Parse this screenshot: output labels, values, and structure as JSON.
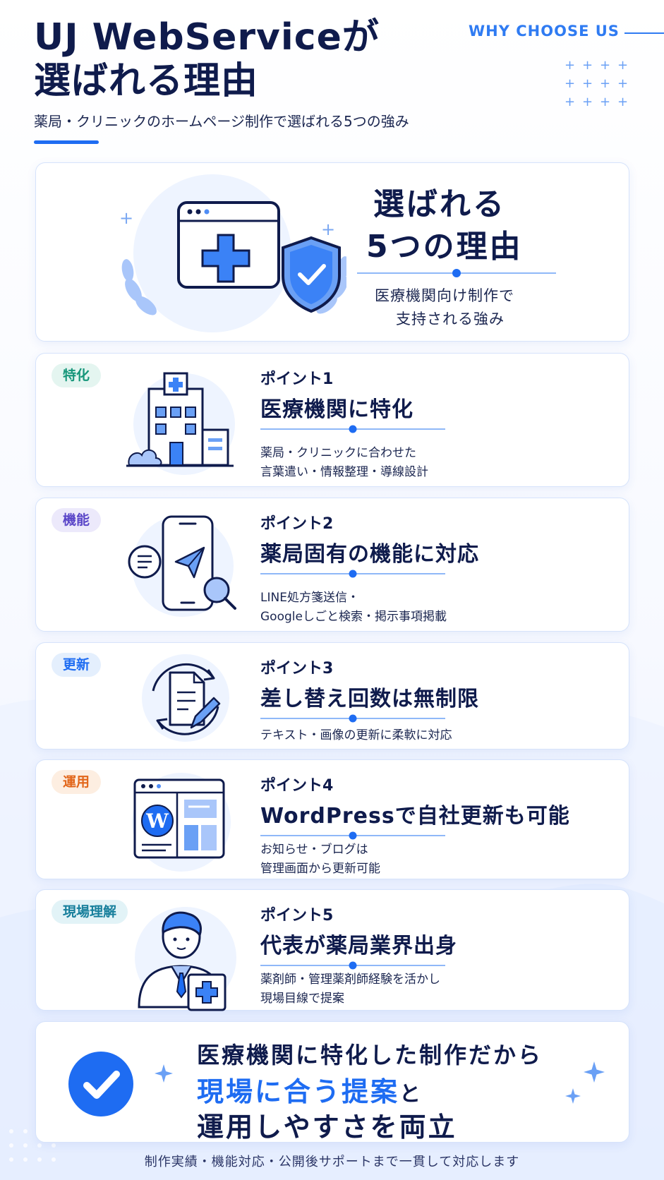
{
  "header": {
    "title_line1": "UJ WebServiceが",
    "title_line2": "選ばれる理由",
    "subtitle": "薬局・クリニックのホームページ制作で選ばれる5つの強み",
    "tagline": "WHY CHOOSE US"
  },
  "hero": {
    "title_line1": "選ばれる",
    "title_line2": "5つの理由",
    "desc_line1": "医療機関向け制作で",
    "desc_line2": "支持される強み"
  },
  "points": [
    {
      "badge": "特化",
      "badge_bg": "#e4f5f0",
      "badge_color": "#16967a",
      "label": "ポイント1",
      "title": "医療機関に特化",
      "desc_lines": [
        "薬局・クリニックに合わせた",
        "言葉遣い・情報整理・導線設計"
      ],
      "icon": "hospital-building-icon"
    },
    {
      "badge": "機能",
      "badge_bg": "#ece9fb",
      "badge_color": "#5b47c8",
      "label": "ポイント2",
      "title": "薬局固有の機能に対応",
      "desc_lines": [
        "LINE処方箋送信・",
        "Googleしごと検索・掲示事項掲載"
      ],
      "icon": "smartphone-send-icon"
    },
    {
      "badge": "更新",
      "badge_bg": "#e4effd",
      "badge_color": "#1e6cf2",
      "label": "ポイント3",
      "title": "差し替え回数は無制限",
      "desc_lines": [
        "テキスト・画像の更新に柔軟に対応"
      ],
      "icon": "document-refresh-icon"
    },
    {
      "badge": "運用",
      "badge_bg": "#fdeee1",
      "badge_color": "#e2661a",
      "label": "ポイント4",
      "title": "WordPressで自社更新も可能",
      "desc_lines": [
        "お知らせ・ブログは",
        "管理画面から更新可能"
      ],
      "icon": "wordpress-browser-icon"
    },
    {
      "badge": "現場理解",
      "badge_bg": "#e2f3f7",
      "badge_color": "#177f9c",
      "label": "ポイント5",
      "title": "代表が薬局業界出身",
      "desc_lines": [
        "薬剤師・管理薬剤師経験を活かし",
        "現場目線で提案"
      ],
      "icon": "pharmacist-person-icon"
    }
  ],
  "final": {
    "line1": "医療機関に特化した制作だから",
    "line2_highlight": "現場に合う提案",
    "line2_suffix": "と",
    "line3": "運用しやすさを両立"
  },
  "footer": "制作実績・機能対応・公開後サポートまで一貫して対応します",
  "colors": {
    "navy": "#0f1b4c",
    "accent": "#1e6cf2"
  }
}
